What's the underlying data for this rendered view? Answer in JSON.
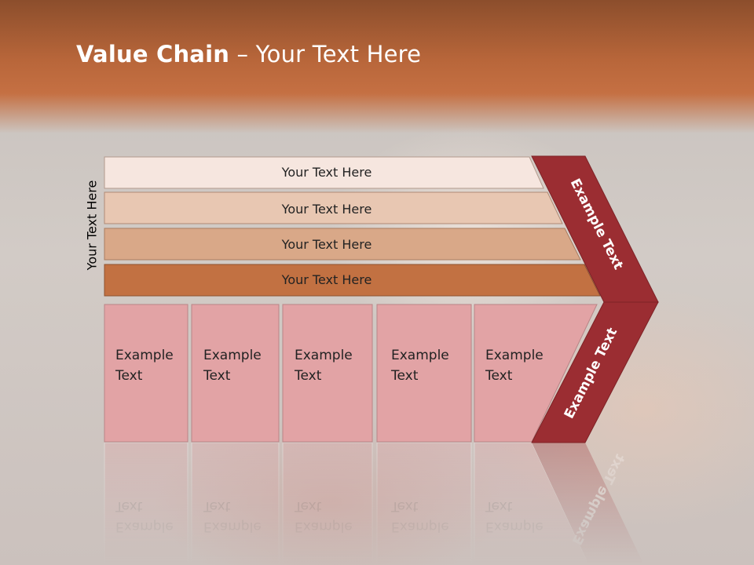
{
  "slide": {
    "title_bold": "Value Chain",
    "title_rest": " – Your Text Here",
    "side_label": "Your Text Here"
  },
  "bands": [
    {
      "label": "Your Text Here",
      "color": "#f6e6df"
    },
    {
      "label": "Your Text Here",
      "color": "#e8c7b2"
    },
    {
      "label": "Your Text Here",
      "color": "#d9a888"
    },
    {
      "label": "Your Text Here",
      "color": "#c27142"
    }
  ],
  "cells": [
    {
      "line1": "Example",
      "line2": "Text"
    },
    {
      "line1": "Example",
      "line2": "Text"
    },
    {
      "line1": "Example",
      "line2": "Text"
    },
    {
      "line1": "Example",
      "line2": "Text"
    },
    {
      "line1": "Example",
      "line2": "Text"
    }
  ],
  "arrow": {
    "upper_label": "Example Text",
    "lower_label": "Example Text",
    "color": "#9b2d32"
  },
  "colors": {
    "header": "#b8663a",
    "cell_fill": "#e2a3a5",
    "cell_stroke": "#b98486"
  }
}
